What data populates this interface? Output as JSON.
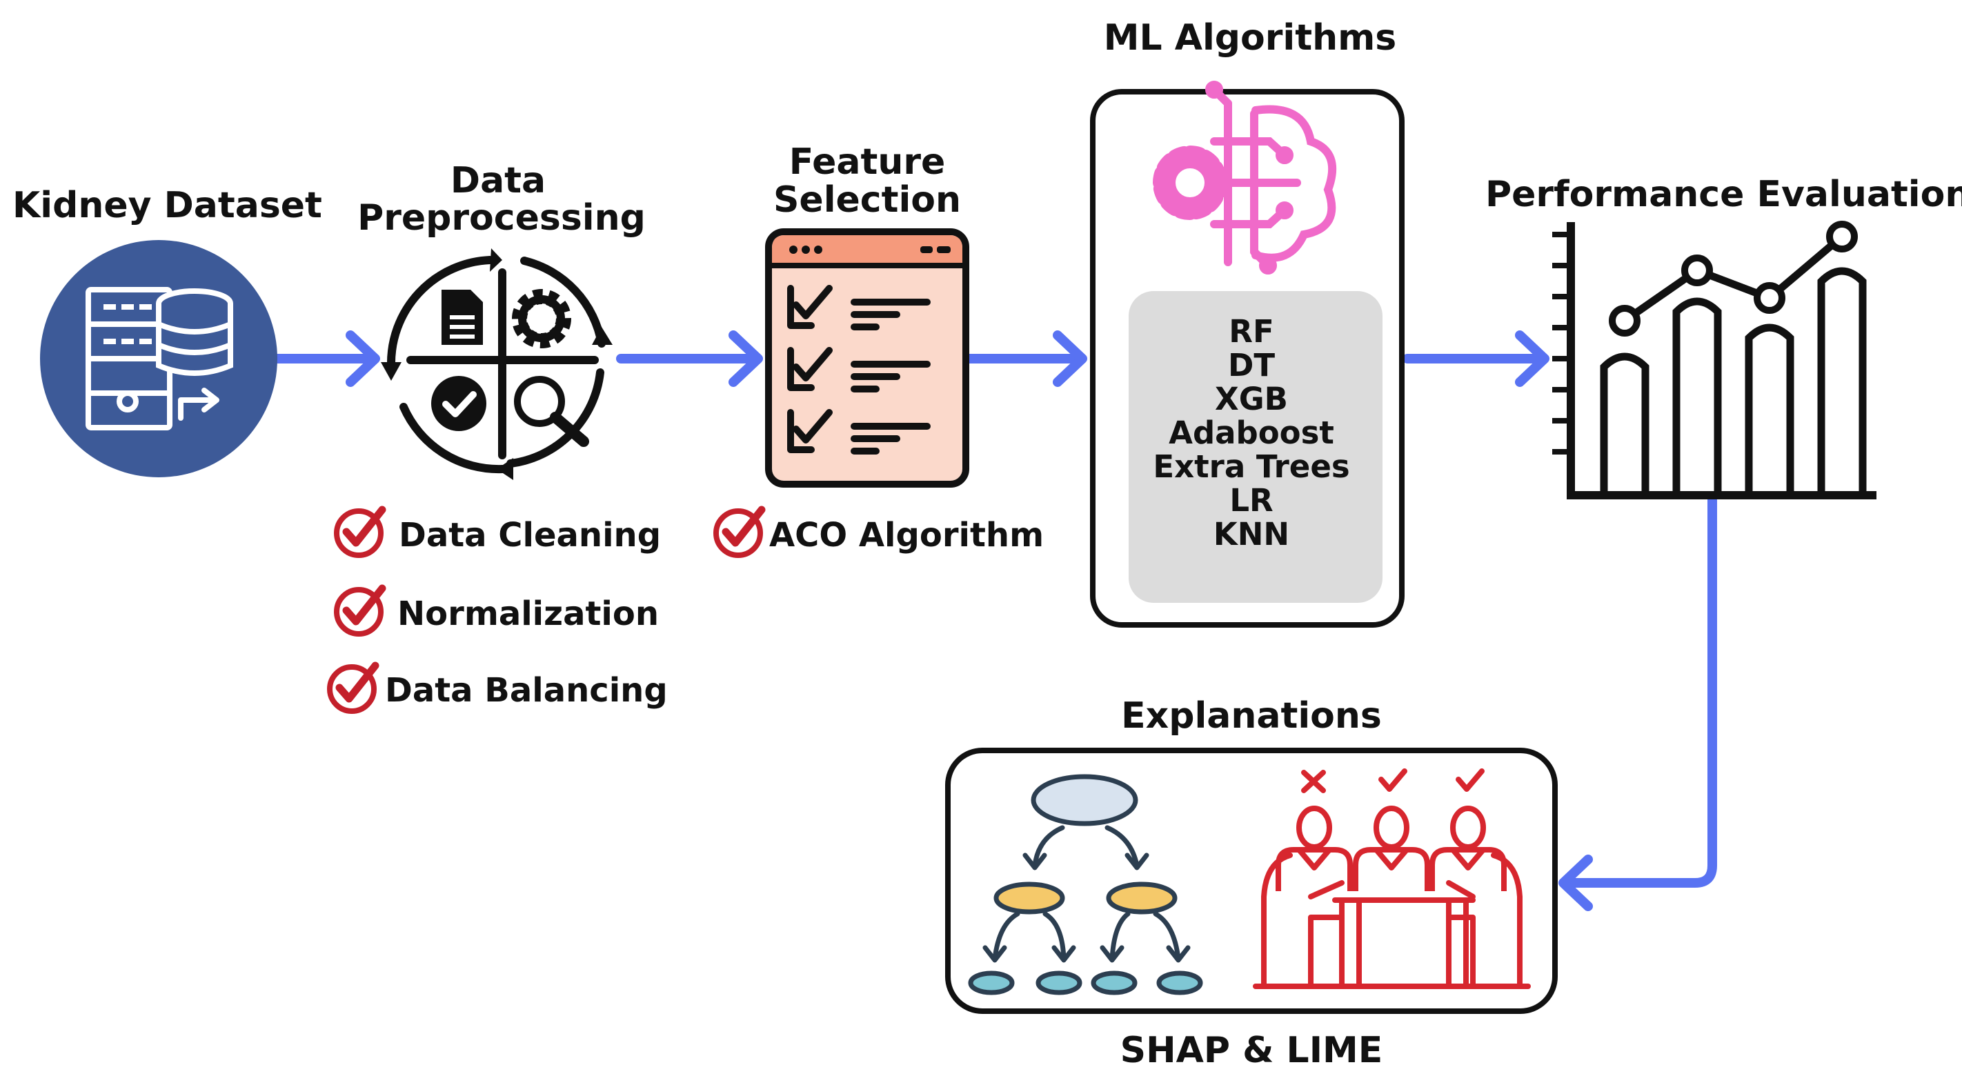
{
  "stages": {
    "dataset": {
      "title": "Kidney Dataset"
    },
    "preprocessing": {
      "title_line1": "Data",
      "title_line2": "Preprocessing",
      "steps": [
        "Data Cleaning",
        "Normalization",
        "Data Balancing"
      ]
    },
    "feature_selection": {
      "title_line1": "Feature",
      "title_line2": "Selection",
      "method": "ACO Algorithm"
    },
    "ml": {
      "title": "ML Algorithms",
      "algorithms": [
        "RF",
        "DT",
        "XGB",
        "Adaboost",
        "Extra Trees",
        "LR",
        "KNN"
      ]
    },
    "evaluation": {
      "title": "Performance Evaluation"
    },
    "explanations": {
      "title": "Explanations",
      "caption": "SHAP & LIME"
    }
  },
  "colors": {
    "arrow": "#5872F2",
    "dataset_circle": "#3D5A98",
    "check": "#C4202B",
    "ml_icon": "#F06AC9",
    "ml_panel": "#DCDCDC",
    "feature_card": "#FBD9CB",
    "feature_header": "#F59A7C",
    "tree_root": "#D8E3EF",
    "tree_mid": "#F5C96A",
    "tree_leaf": "#7FC7D4",
    "meeting": "#D7262E"
  },
  "icons": [
    "database-server-icon",
    "cycle-process-icon",
    "checklist-icon",
    "ai-brain-chip-icon",
    "bar-line-chart-icon",
    "decision-tree-icon",
    "meeting-table-icon",
    "checkmark-icon"
  ]
}
